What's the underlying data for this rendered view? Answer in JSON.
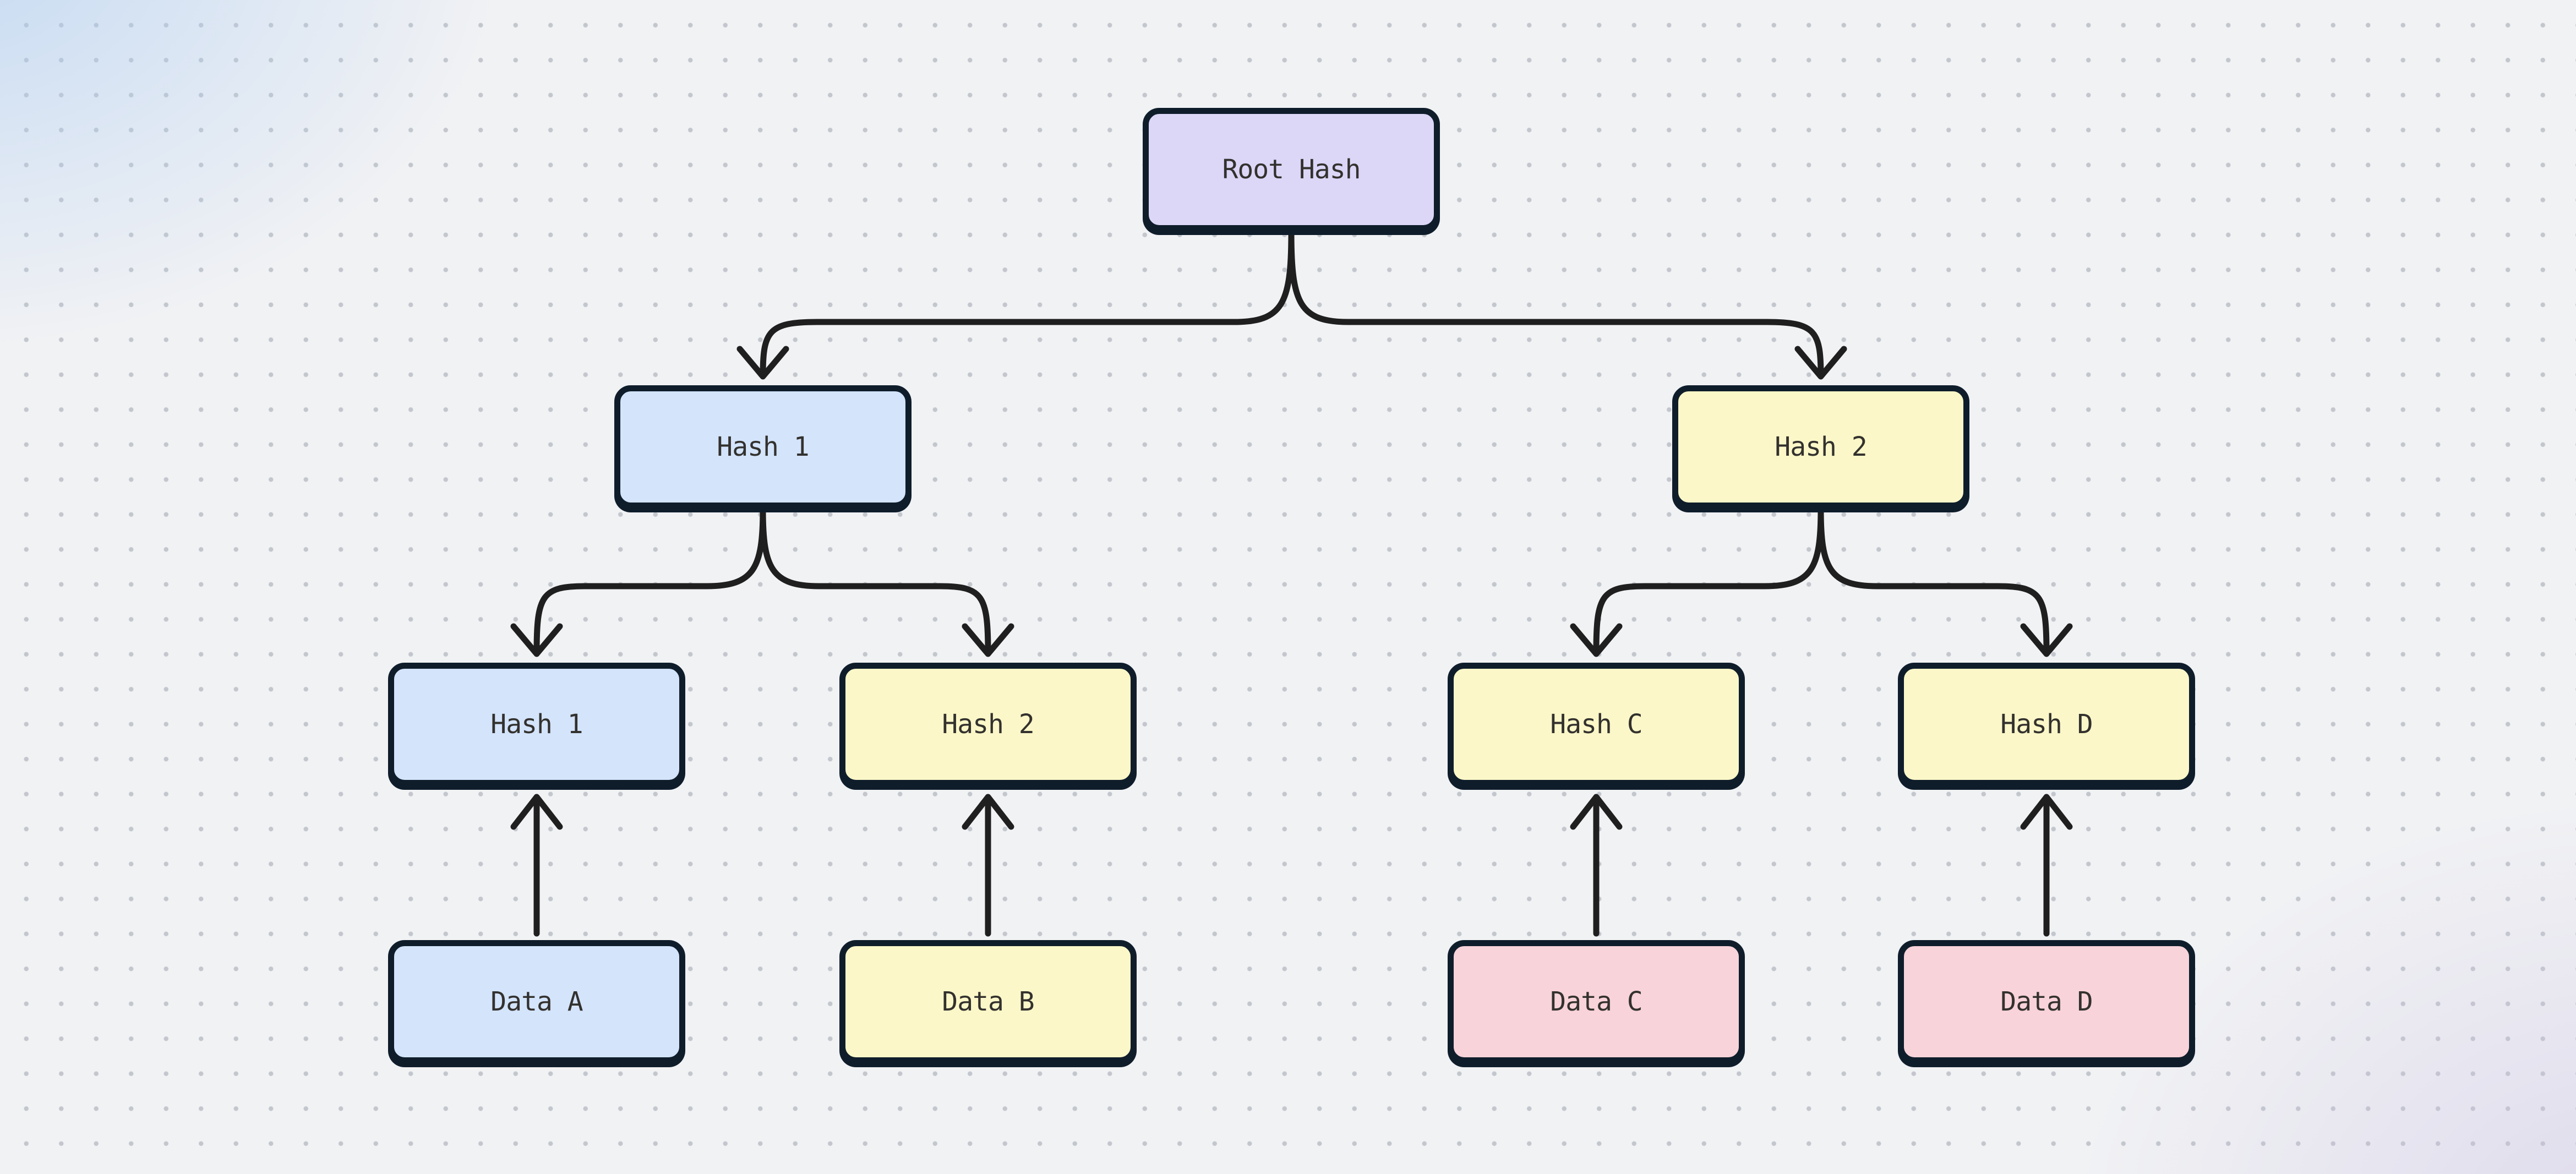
{
  "diagram": {
    "type": "merkle-tree",
    "background": {
      "base_color": "#f1f2f4",
      "dot_color": "#c3c7cd",
      "top_left_tint": "#a8caf2",
      "bottom_right_tint": "#c6bce2"
    },
    "node_style": {
      "border_color": "#0f1d2b",
      "text_color": "#33312e",
      "fills": {
        "purple": "#dcd6f7",
        "blue": "#d3e4fb",
        "yellow": "#fbf7c8",
        "pink": "#f8d3d9"
      }
    },
    "edge_style": {
      "stroke_color": "#1f1f1f",
      "arrowhead": "open-chevron"
    },
    "nodes": [
      {
        "id": "root",
        "label": "Root Hash",
        "level": 0,
        "fill": "purple"
      },
      {
        "id": "hash1",
        "label": "Hash 1",
        "level": 1,
        "fill": "blue"
      },
      {
        "id": "hash2",
        "label": "Hash 2",
        "level": 1,
        "fill": "yellow"
      },
      {
        "id": "hash1a",
        "label": "Hash 1",
        "level": 2,
        "fill": "blue"
      },
      {
        "id": "hash1b",
        "label": "Hash 2",
        "level": 2,
        "fill": "yellow"
      },
      {
        "id": "hashc",
        "label": "Hash C",
        "level": 2,
        "fill": "yellow"
      },
      {
        "id": "hashd",
        "label": "Hash D",
        "level": 2,
        "fill": "yellow"
      },
      {
        "id": "dataa",
        "label": "Data A",
        "level": 3,
        "fill": "blue"
      },
      {
        "id": "datab",
        "label": "Data B",
        "level": 3,
        "fill": "yellow"
      },
      {
        "id": "datac",
        "label": "Data C",
        "level": 3,
        "fill": "pink"
      },
      {
        "id": "datad",
        "label": "Data D",
        "level": 3,
        "fill": "pink"
      }
    ],
    "edges": [
      {
        "from": "root",
        "to": "hash1",
        "direction": "down"
      },
      {
        "from": "root",
        "to": "hash2",
        "direction": "down"
      },
      {
        "from": "hash1",
        "to": "hash1a",
        "direction": "down"
      },
      {
        "from": "hash1",
        "to": "hash1b",
        "direction": "down"
      },
      {
        "from": "hash2",
        "to": "hashc",
        "direction": "down"
      },
      {
        "from": "hash2",
        "to": "hashd",
        "direction": "down"
      },
      {
        "from": "dataa",
        "to": "hash1a",
        "direction": "up"
      },
      {
        "from": "datab",
        "to": "hash1b",
        "direction": "up"
      },
      {
        "from": "datac",
        "to": "hashc",
        "direction": "up"
      },
      {
        "from": "datad",
        "to": "hashd",
        "direction": "up"
      }
    ]
  }
}
